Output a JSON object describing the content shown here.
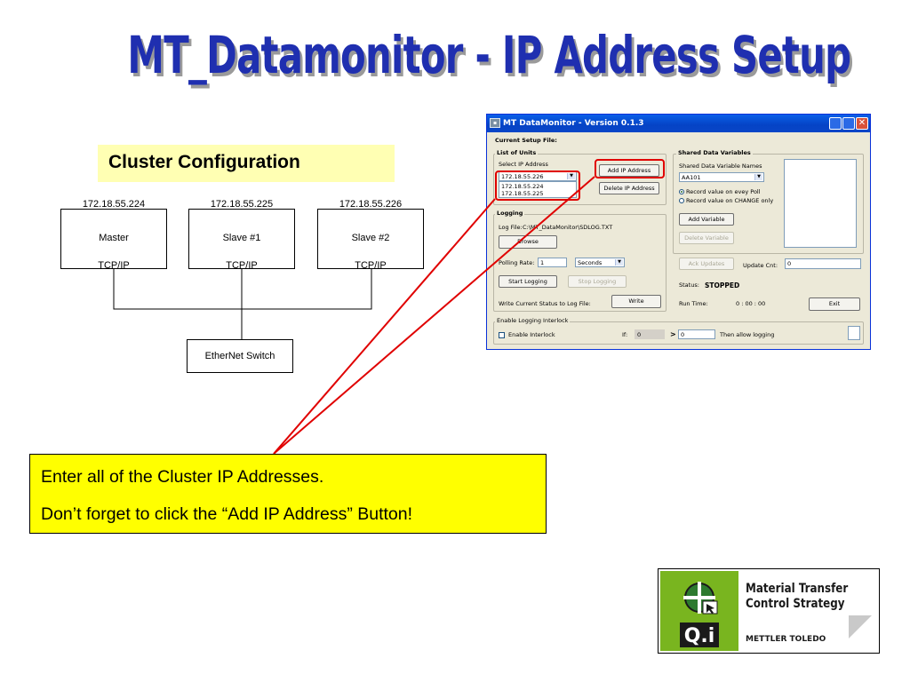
{
  "slide": {
    "title": "MT_Datamonitor - IP Address Setup"
  },
  "cluster": {
    "banner": "Cluster Configuration",
    "units": [
      {
        "ip": "172.18.55.224",
        "name": "Master",
        "protocol": "TCP/IP"
      },
      {
        "ip": "172.18.55.225",
        "name": "Slave #1",
        "protocol": "TCP/IP"
      },
      {
        "ip": "172.18.55.226",
        "name": "Slave #2",
        "protocol": "TCP/IP"
      }
    ],
    "switch_label": "EtherNet Switch"
  },
  "window": {
    "title": "MT DataMonitor - Version 0.1.3",
    "current_setup_label": "Current Setup File:",
    "list_of_units": {
      "legend": "List of Units",
      "select_label": "Select IP Address",
      "combo_value": "172.18.55.226",
      "dropdown_items": [
        "172.18.55.224",
        "172.18.55.225"
      ],
      "add_button": "Add IP Address",
      "delete_button": "Delete IP Address"
    },
    "logging": {
      "legend": "Logging",
      "log_file_label": "Log File:",
      "log_file_path": "C:\\MT_DataMonitor\\SDLOG.TXT",
      "browse_button": "Browse",
      "polling_label": "Polling Rate:",
      "polling_value": "1",
      "polling_unit": "Seconds",
      "start_button": "Start Logging",
      "stop_button": "Stop Logging",
      "write_status_label": "Write Current Status to Log File:",
      "write_button": "Write"
    },
    "shared": {
      "legend": "Shared Data Variables",
      "names_label": "Shared Data Variable Names",
      "combo_value": "AA101",
      "radio_every": "Record value on evey Poll",
      "radio_change": "Record value on CHANGE only",
      "add_variable": "Add Variable",
      "delete_variable": "Delete Variable",
      "ack_updates": "Ack Updates",
      "update_cnt_label": "Update Cnt:",
      "update_cnt_value": "0",
      "status_label": "Status:",
      "status_value": "STOPPED",
      "run_time_label": "Run Time:",
      "run_time_value": "0 : 00 : 00",
      "exit_button": "Exit"
    },
    "interlock": {
      "legend": "Enable Logging Interlock",
      "checkbox_label": "Enable Interlock",
      "if_label": "If:",
      "if_value": "0",
      "gt": ">",
      "threshold_value": "0",
      "then_text": "Then allow logging"
    }
  },
  "callout": {
    "line1": "Enter all of the Cluster IP Addresses.",
    "line2": "Don’t forget to click the “Add IP Address” Button!"
  },
  "logo": {
    "line1": "Material Transfer",
    "line2": "Control Strategy",
    "brand": "METTLER TOLEDO",
    "mark_text": "Q.i"
  },
  "colors": {
    "title_blue": "#1f2fb0",
    "callout_yellow": "#ffff00",
    "banner_yellow": "#ffffb3",
    "highlight_red": "#e00000",
    "logo_green": "#79b51f"
  }
}
